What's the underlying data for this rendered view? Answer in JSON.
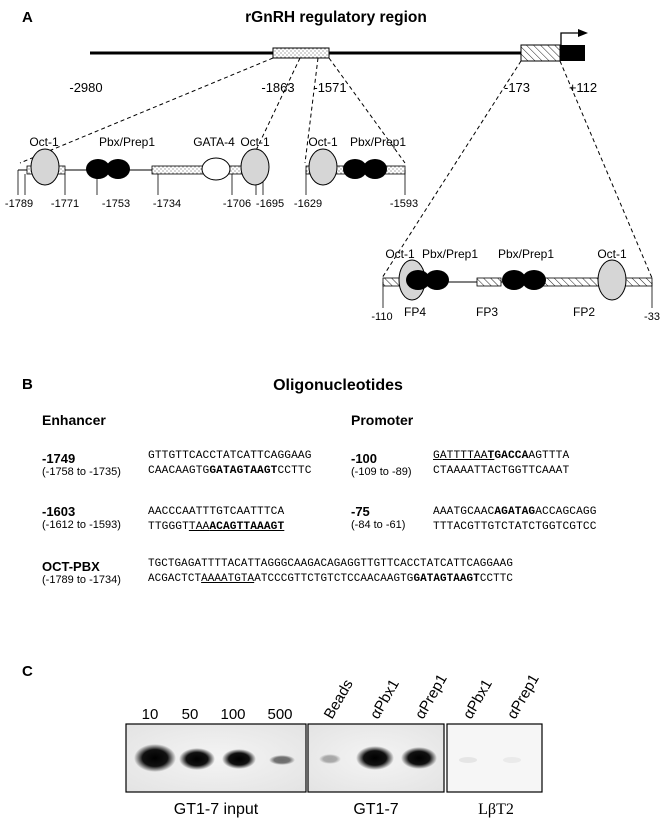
{
  "panels": {
    "a": "A",
    "b": "B",
    "c": "C"
  },
  "panelA": {
    "title": "rGnRH regulatory region",
    "positions": [
      "-2980",
      "-1863",
      "-1571",
      "-173",
      "+112"
    ],
    "enh1": {
      "factors": [
        "Oct-1",
        "Pbx/Prep1",
        "GATA-4",
        "Oct-1"
      ],
      "ticks": [
        "-1789",
        "-1771",
        "-1753",
        "-1734",
        "-1706",
        "-1695"
      ]
    },
    "enh2": {
      "factors": [
        "Oct-1",
        "Pbx/Prep1"
      ],
      "ticks": [
        "-1629",
        "-1593"
      ]
    },
    "prom": {
      "factors": [
        "Oct-1",
        "Pbx/Prep1",
        "Pbx/Prep1",
        "Oct-1"
      ],
      "footprints": [
        "FP4",
        "FP3",
        "FP2"
      ],
      "ticks": [
        "-110",
        "-33"
      ]
    }
  },
  "panelB": {
    "title": "Oligonucleotides",
    "enhancer_header": "Enhancer",
    "promoter_header": "Promoter",
    "oligos": {
      "e1749": {
        "name": "-1749",
        "range": "(-1758 to -1735)",
        "top": "GTTGTTCACCTATCATTCAGGAAG",
        "bot_pre": "CAACAAGTG",
        "bot_bold": "GATAGTAAGT",
        "bot_post": "CCTTC"
      },
      "e1603": {
        "name": "-1603",
        "range": "(-1612 to -1593)",
        "top": "AACCCAATTTGTCAATTTCA",
        "bot_pre": "TTGGGT",
        "bot_ul": "TAA",
        "bot_ulb": "ACAGTTAAAGT"
      },
      "octpbx": {
        "name": "OCT-PBX",
        "range": "(-1789 to -1734)",
        "top": "TGCTGAGATTTTACATTAGGGCAAGACAGAGGTTGTTCACCTATCATTCAGGAAG",
        "bot_pre": "ACGACTCT",
        "bot_ul": "AAAATGTA",
        "bot_mid": "ATCCCGTTCTGTCTCCAACAAGTG",
        "bot_bold": "GATAGTAAGT",
        "bot_post": "CCTTC"
      },
      "p100": {
        "name": "-100",
        "range": "(-109 to -89)",
        "top_ul": "GATTTTAA",
        "top_ulb": "T",
        "top_bold": "GACCA",
        "top_post": "AGTTTA",
        "bot": "CTAAAATTACTGGTTCAAAT"
      },
      "p75": {
        "name": "-75",
        "range": "(-84 to -61)",
        "top_pre": "AAATGCAAC",
        "top_bold": "AGATAG",
        "top_post": "ACCAGCAGG",
        "bot": "TTTACGTTGTCTATCTGGTCGTCC"
      }
    }
  },
  "panelC": {
    "lane_labels_input": [
      "10",
      "50",
      "100",
      "500"
    ],
    "lane_labels_gt": [
      "Beads",
      "αPbx1",
      "αPrep1"
    ],
    "lane_labels_lbt": [
      "αPbx1",
      "αPrep1"
    ],
    "gel_labels": [
      "GT1-7 input",
      "GT1-7",
      "LβT2"
    ]
  }
}
